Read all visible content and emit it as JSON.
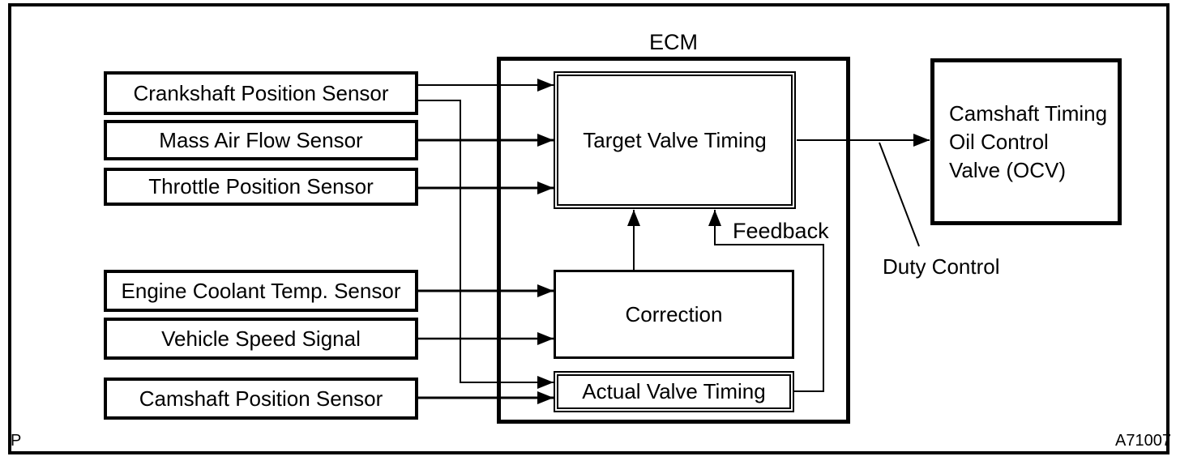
{
  "colors": {
    "ink": "#000000",
    "paper": "#ffffff"
  },
  "sensors": [
    {
      "label": "Crankshaft Position Sensor"
    },
    {
      "label": "Mass Air Flow Sensor"
    },
    {
      "label": "Throttle Position Sensor"
    },
    {
      "label": "Engine Coolant Temp. Sensor"
    },
    {
      "label": "Vehicle Speed Signal"
    },
    {
      "label": "Camshaft Position Sensor"
    }
  ],
  "ecm": {
    "label": "ECM",
    "target_block": {
      "label": "Target Valve Timing"
    },
    "correction_block": {
      "label": "Correction"
    },
    "actual_block": {
      "label": "Actual Valve Timing"
    }
  },
  "ocv": {
    "lines": [
      "Camshaft Timing",
      "Oil Control",
      "Valve (OCV)"
    ]
  },
  "labels": {
    "feedback": "Feedback",
    "duty_control": "Duty Control"
  },
  "frame": {
    "page_marker": "P",
    "figure_id": "A71007"
  }
}
